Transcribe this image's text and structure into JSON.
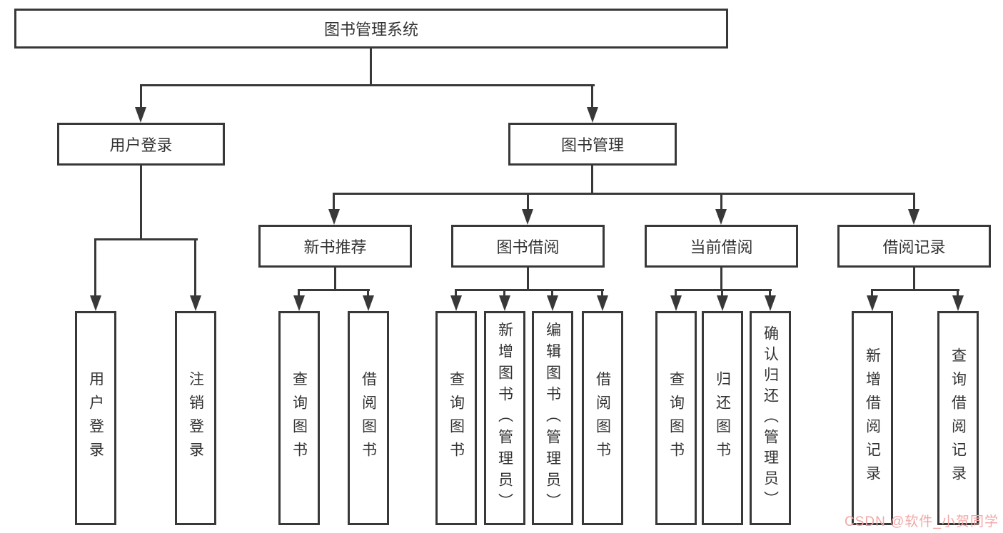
{
  "diagram": {
    "root": {
      "label": "图书管理系统"
    },
    "children": [
      {
        "label": "用户登录",
        "children": [
          {
            "label": "用户登录"
          },
          {
            "label": "注销登录"
          }
        ]
      },
      {
        "label": "图书管理",
        "children": [
          {
            "label": "新书推荐",
            "children": [
              {
                "label": "查询图书"
              },
              {
                "label": "借阅图书"
              }
            ]
          },
          {
            "label": "图书借阅",
            "children": [
              {
                "label": "查询图书"
              },
              {
                "label": "新增图书（管理员）"
              },
              {
                "label": "编辑图书（管理员）"
              },
              {
                "label": "借阅图书"
              }
            ]
          },
          {
            "label": "当前借阅",
            "children": [
              {
                "label": "查询图书"
              },
              {
                "label": "归还图书"
              },
              {
                "label": "确认归还（管理员）"
              }
            ]
          },
          {
            "label": "借阅记录",
            "children": [
              {
                "label": "新增借阅记录"
              },
              {
                "label": "查询借阅记录"
              }
            ]
          }
        ]
      }
    ]
  },
  "watermark": {
    "text": "CSDN @软件_小贺同学"
  },
  "colors": {
    "line": "#383838",
    "text": "#333333",
    "box_background": "#ffffff",
    "watermark": "#f2a6a6"
  }
}
